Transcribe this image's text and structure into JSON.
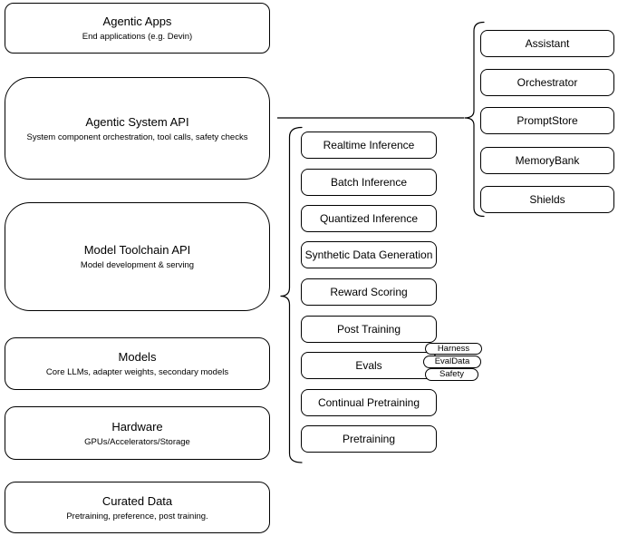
{
  "colors": {
    "stroke": "#000000",
    "background": "#ffffff",
    "text": "#000000"
  },
  "left_column": [
    {
      "title": "Agentic Apps",
      "subtitle": "End applications (e.g. Devin)"
    },
    {
      "title": "Agentic System API",
      "subtitle": "System component orchestration, tool calls, safety checks"
    },
    {
      "title": "Model Toolchain API",
      "subtitle": "Model development & serving"
    },
    {
      "title": "Models",
      "subtitle": "Core LLMs, adapter weights, secondary models"
    },
    {
      "title": "Hardware",
      "subtitle": "GPUs/Accelerators/Storage"
    },
    {
      "title": "Curated Data",
      "subtitle": "Pretraining, preference, post training."
    }
  ],
  "middle_column": [
    "Realtime Inference",
    "Batch Inference",
    "Quantized Inference",
    "Synthetic Data Generation",
    "Reward Scoring",
    "Post Training",
    "Evals",
    "Continual Pretraining",
    "Pretraining"
  ],
  "eval_tags": [
    "Harness",
    "EvalData",
    "Safety"
  ],
  "right_column": [
    "Assistant",
    "Orchestrator",
    "PromptStore",
    "MemoryBank",
    "Shields"
  ]
}
